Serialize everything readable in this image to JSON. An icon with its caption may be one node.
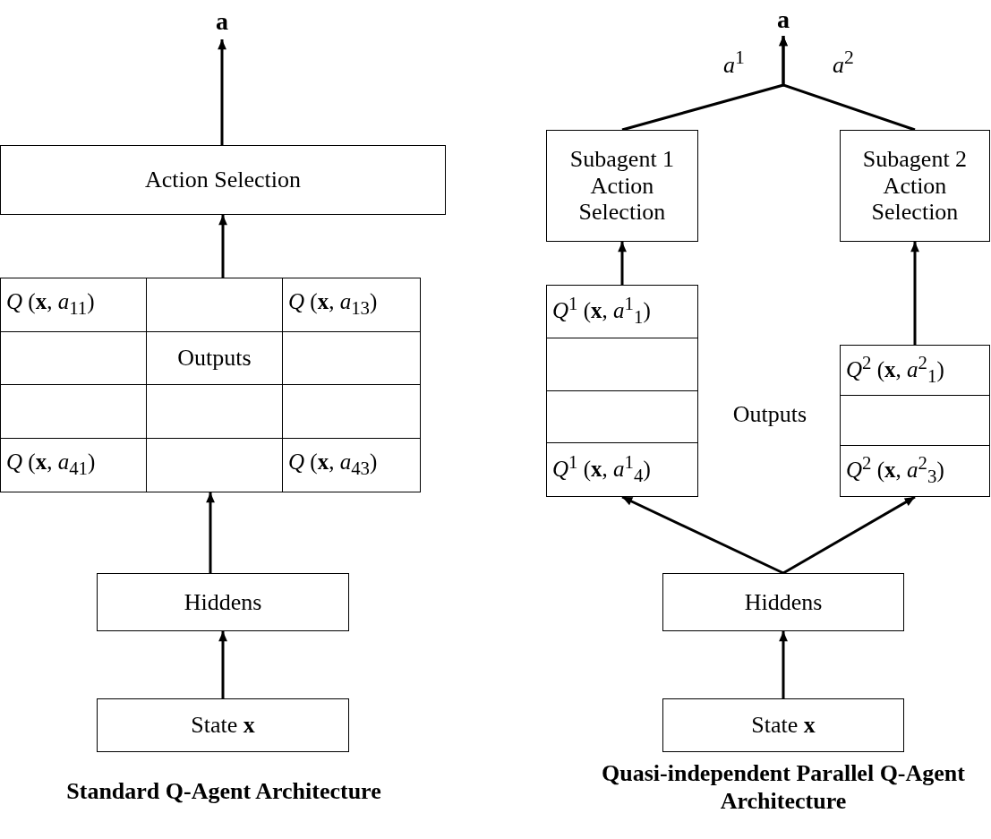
{
  "diagram": {
    "nodes": [
      {
        "text": [
          "a"
        ]
      },
      {
        "text": [
          "Action Selection"
        ]
      },
      {
        "text": [
          "*Q* (**x**, *a*$_{11}$)",
          "*Q* (**x**, *a*$_{13}$)",
          "Outputs",
          "*Q* (**x**, *a*$_{41}$)",
          "*Q* (**x**, *a*$_{43}$)"
        ]
      },
      {
        "text": [
          "Hiddens"
        ]
      },
      {
        "text": [
          "State **x**"
        ]
      },
      {
        "text": [
          "a"
        ]
      },
      {
        "text": [
          "Subagent 1 Action Selection"
        ]
      },
      {
        "text": [
          "Subagent 2 Action Selection"
        ]
      },
      {
        "text": [
          "*Q*$^{1}$ (**x**, *a*$^{1}$$_{1}$)",
          "*Q*$^{1}$ (**x**, *a*$^{1}$$_{4}$)"
        ]
      },
      {
        "text": [
          "*Q*$^{2}$ (**x**, *a*$^{2}$$_{1}$)",
          "*Q*$^{2}$ (**x**, *a*$^{2}$$_{3}$)"
        ]
      },
      {
        "text": [
          "Hiddens"
        ]
      },
      {
        "text": [
          "State **x**"
        ]
      }
    ],
    "edges": [
      {
        "from": 4,
        "to": 3,
        "arrow": "to"
      },
      {
        "from": 3,
        "to": 2,
        "arrow": "to"
      },
      {
        "from": 2,
        "to": 1,
        "arrow": "to"
      },
      {
        "from": 1,
        "to": 0,
        "arrow": "to"
      },
      {
        "from": 11,
        "to": 10,
        "arrow": "to"
      },
      {
        "from": 10,
        "to": 8,
        "arrow": "to"
      },
      {
        "from": 10,
        "to": 9,
        "arrow": "to"
      },
      {
        "from": 8,
        "to": 6,
        "arrow": "to"
      },
      {
        "from": 9,
        "to": 7,
        "arrow": "to"
      },
      {
        "from": 6,
        "to": 5,
        "arrow": "to",
        "label": "*a*$^{1}$"
      },
      {
        "from": 7,
        "to": 5,
        "arrow": "to",
        "label": "*a*$^{2}$"
      }
    ],
    "labels": [
      "Outputs",
      "Standard Q-Agent Architecture",
      "Quasi-independent Parallel Q-Agent Architecture"
    ]
  }
}
